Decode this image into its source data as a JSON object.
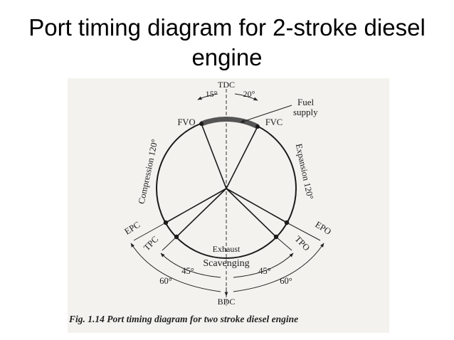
{
  "slide": {
    "title_line1": "Port timing diagram for 2-stroke diesel",
    "title_line2": "engine"
  },
  "figure": {
    "caption": "Fig. 1.14 Port timing diagram for two stroke diesel engine",
    "labels": {
      "tdc": "TDC",
      "bdc": "BDC",
      "fvo": "FVO",
      "fvc": "FVC",
      "fuel_supply_1": "Fuel",
      "fuel_supply_2": "supply",
      "angle_15": "15°",
      "angle_20": "20°",
      "compression": "Compression 120°",
      "expansion": "Expansion 120°",
      "epc": "EPC",
      "epo": "EPO",
      "tpc": "TPC",
      "tpo": "TPO",
      "exhaust": "Exhaust",
      "scavenging": "Scavenging",
      "angle_45_left": "45°",
      "angle_45_right": "45°",
      "angle_60_left": "60°",
      "angle_60_right": "60°"
    }
  }
}
